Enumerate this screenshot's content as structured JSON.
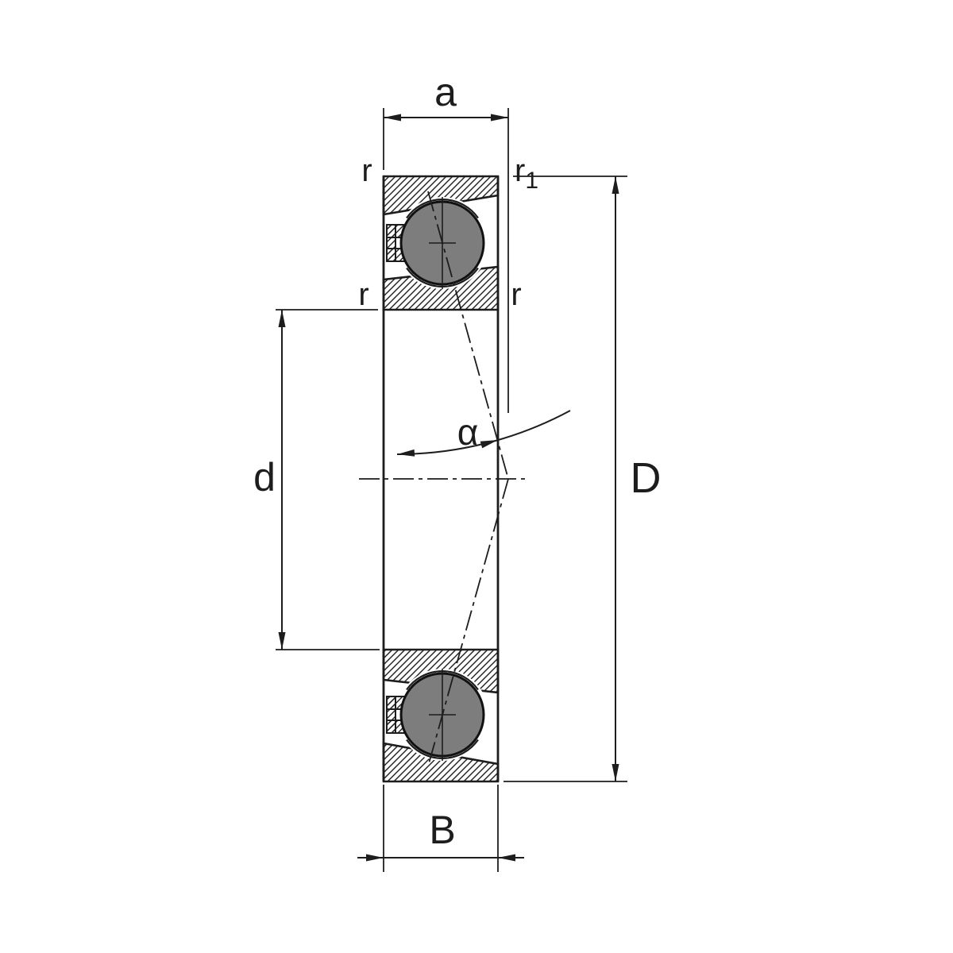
{
  "labels": {
    "dim_a": "a",
    "corner_r_top_left": "r",
    "corner_r1_base": "r",
    "corner_r1_sub": "1",
    "corner_r_mid_left": "r",
    "corner_r_mid_right": "r",
    "contact_angle": "α",
    "dim_d": "d",
    "dim_D": "D",
    "dim_B": "B"
  },
  "colors": {
    "line": "#1d1d1d",
    "ball_fill": "#7d7d7d",
    "background": "#ffffff"
  }
}
